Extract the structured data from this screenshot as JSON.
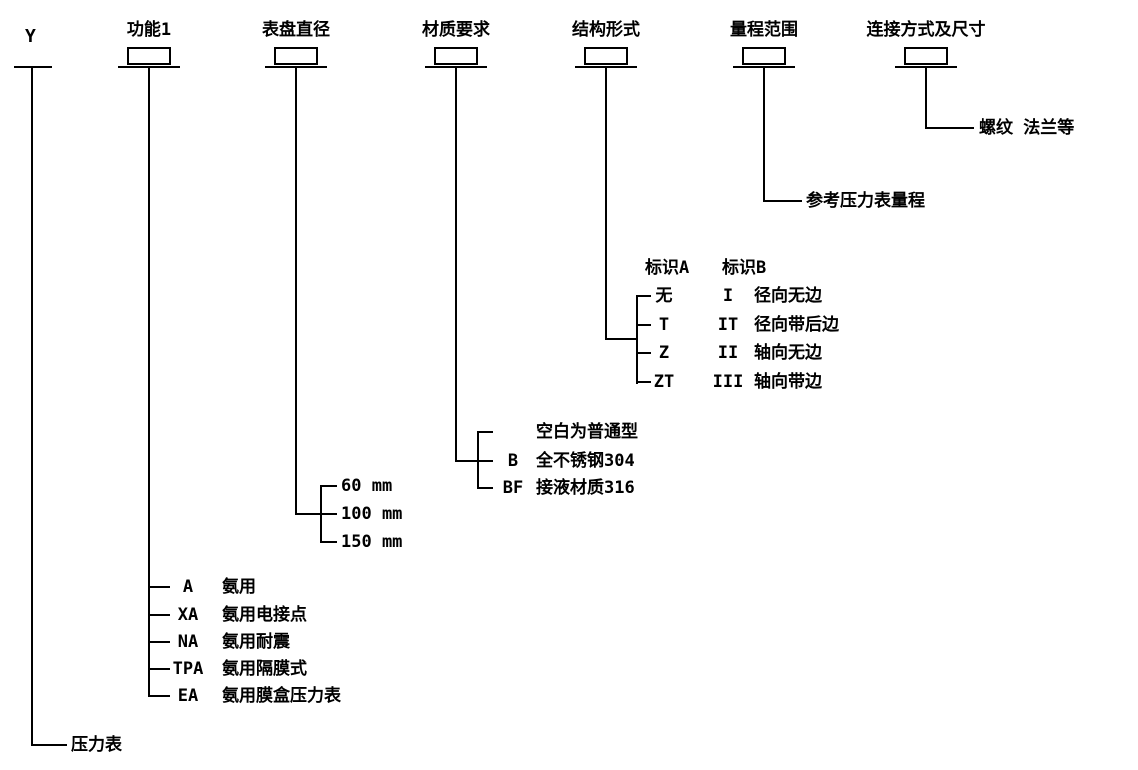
{
  "colors": {
    "line": "#000000",
    "background": "#ffffff"
  },
  "root": {
    "code": "Y",
    "label": "压力表"
  },
  "columns": [
    {
      "header": "功能1",
      "items": [
        {
          "code": "A",
          "label": "氨用"
        },
        {
          "code": "XA",
          "label": "氨用电接点"
        },
        {
          "code": "NA",
          "label": "氨用耐震"
        },
        {
          "code": "TPA",
          "label": "氨用隔膜式"
        },
        {
          "code": "EA",
          "label": "氨用膜盒压力表"
        }
      ]
    },
    {
      "header": "表盘直径",
      "items": [
        {
          "code": "",
          "label": "60 mm"
        },
        {
          "code": "",
          "label": "100 mm"
        },
        {
          "code": "",
          "label": "150 mm"
        }
      ]
    },
    {
      "header": "材质要求",
      "items": [
        {
          "code": "",
          "label": "空白为普通型"
        },
        {
          "code": "B",
          "label": "全不锈钢304"
        },
        {
          "code": "BF",
          "label": "接液材质316"
        }
      ]
    },
    {
      "header": "结构形式",
      "col_a": "标识A",
      "col_b": "标识B",
      "items": [
        {
          "mark_a": "无",
          "mark_b": "I",
          "desc": "径向无边"
        },
        {
          "mark_a": "T",
          "mark_b": "IT",
          "desc": "径向带后边"
        },
        {
          "mark_a": "Z",
          "mark_b": "II",
          "desc": "轴向无边"
        },
        {
          "mark_a": "ZT",
          "mark_b": "III",
          "desc": "轴向带边"
        }
      ]
    },
    {
      "header": "量程范围",
      "note": "参考压力表量程"
    },
    {
      "header": "连接方式及尺寸",
      "note": "螺纹 法兰等"
    }
  ]
}
